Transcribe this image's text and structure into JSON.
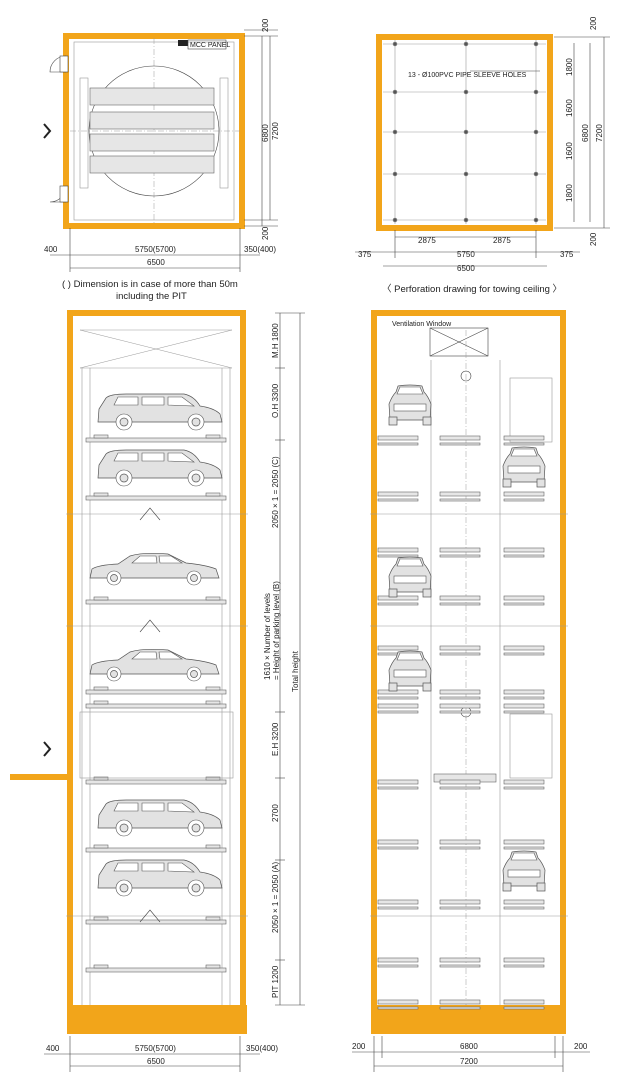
{
  "plan_left": {
    "mcc_panel": "MCC PANEL",
    "dim_top_right": "200",
    "dim_6800": "6800",
    "dim_7200": "7200",
    "dim_bottom_right": "200",
    "dim_400": "400",
    "dim_5750": "5750(5700)",
    "dim_350": "350(400)",
    "dim_6500": "6500",
    "caption_line1": "( ) Dimension is in case of more than 50m",
    "caption_line2": "including the PIT"
  },
  "plan_right": {
    "holes_label": "13 - Ø100PVC PIPE SLEEVE HOLES",
    "dim_200_top": "200",
    "dim_1800_a": "1800",
    "dim_1600_a": "1600",
    "dim_1600_b": "1600",
    "dim_1800_b": "1800",
    "dim_6800": "6800",
    "dim_7200": "7200",
    "dim_200_bottom": "200",
    "dim_2875_a": "2875",
    "dim_2875_b": "2875",
    "dim_375_a": "375",
    "dim_5750": "5750",
    "dim_375_b": "375",
    "dim_6500": "6500",
    "caption": "〈 Perforation drawing for towing ceiling 〉"
  },
  "elevation_left": {
    "mh": "M.H 1800",
    "oh": "O.H 3300",
    "c_levels": "2050 × 1 = 2050 (C)",
    "b_levels_line1": "1610 × Number of levels",
    "b_levels_line2": "= Height of parking level (B)",
    "eh": "E.H 3200",
    "h2700": "2700",
    "a_levels": "2050 × 1 = 2050 (A)",
    "pit": "PIT 1200",
    "total_height": "Total height",
    "dim_400": "400",
    "dim_5750": "5750(5700)",
    "dim_350": "350(400)",
    "dim_6500": "6500"
  },
  "elevation_right": {
    "ventilation": "Ventilation Window",
    "dim_200_a": "200",
    "dim_6800": "6800",
    "dim_200_b": "200",
    "dim_7200": "7200"
  }
}
